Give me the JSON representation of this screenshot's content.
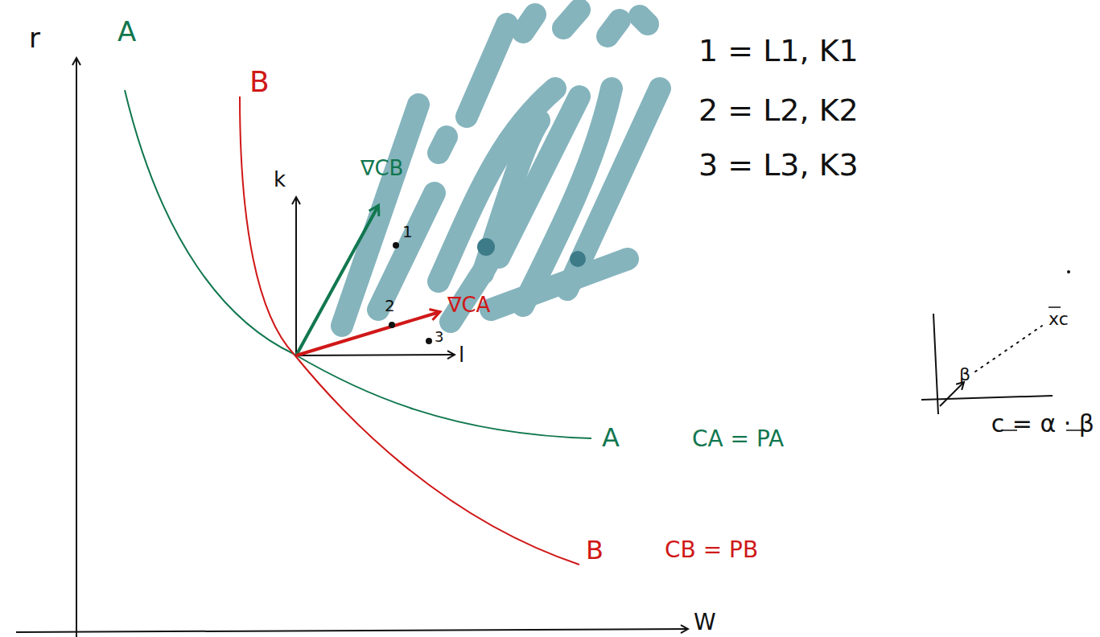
{
  "diagram": {
    "labels": [
      "r",
      "A",
      "B",
      "k",
      "∇CB",
      "1",
      "2",
      "3",
      "l",
      "A",
      "CA = PA",
      "B",
      "CB = PB",
      "W",
      "1 = L1, K1",
      "2 = L2, K2",
      "3 = L3, K3",
      "β",
      "xc",
      "c = α · β",
      "∇CA"
    ]
  }
}
